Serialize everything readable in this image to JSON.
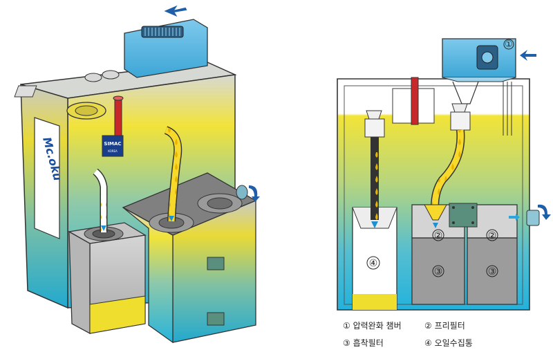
{
  "left_diagram": {
    "brand_logo": "SIMAC",
    "brand_logo_sub": "KOREA",
    "side_label": "Mc.oku"
  },
  "right_diagram": {
    "markers": {
      "filter_unit": "①",
      "prefilter_a": "②",
      "prefilter_b": "②",
      "adsorption_a": "③",
      "adsorption_b": "③",
      "collection": "④"
    }
  },
  "legend": [
    {
      "text": "① 압력완화 챔버"
    },
    {
      "text": "② 프리필터"
    },
    {
      "text": "③ 흡착필터"
    },
    {
      "text": "④ 오일수집통"
    }
  ],
  "colors": {
    "yellow": "#F3E132",
    "cyan": "#2FB6D9",
    "blue_arrow": "#1F5FA8",
    "red_pipe": "#C8282A",
    "filter_gray": "#9C9C9C"
  }
}
